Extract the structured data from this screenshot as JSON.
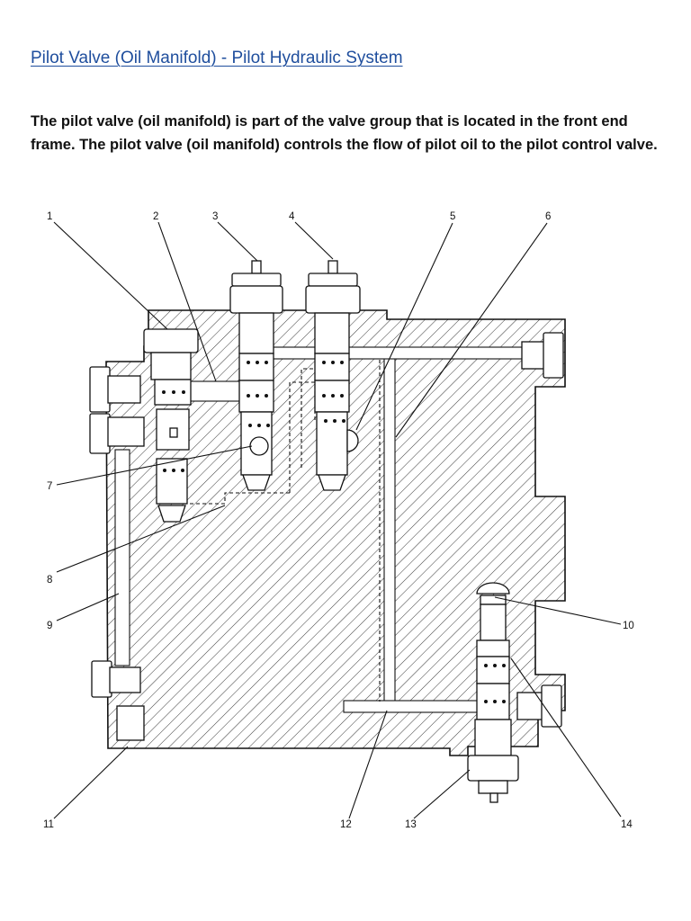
{
  "title": "Pilot Valve (Oil Manifold) - Pilot Hydraulic System",
  "paragraph": "The pilot valve (oil manifold) is part of the valve group that is located in the front end frame. The pilot valve (oil manifold) controls the flow of pilot oil to the pilot control valve.",
  "callouts": [
    "1",
    "2",
    "3",
    "4",
    "5",
    "6",
    "7",
    "8",
    "9",
    "10",
    "11",
    "12",
    "13",
    "14"
  ]
}
